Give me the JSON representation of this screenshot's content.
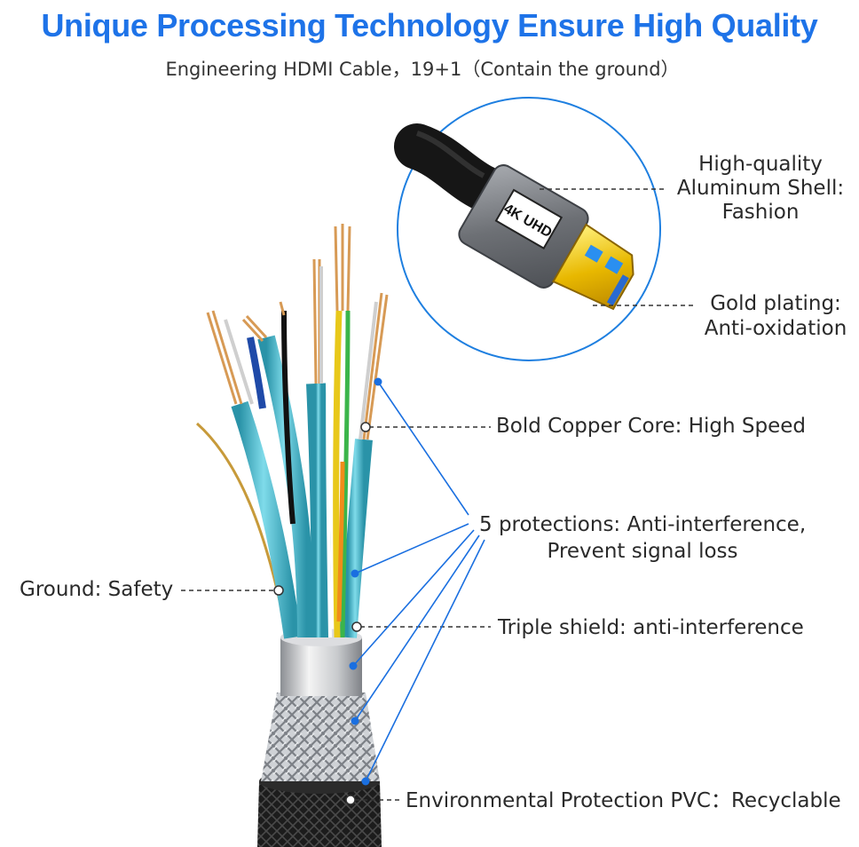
{
  "header": {
    "title": "Unique Processing Technology Ensure High Quality",
    "subtitle": "Engineering HDMI Cable，19+1（Contain the ground）"
  },
  "connector": {
    "badge_text": "4K UHD"
  },
  "callouts": {
    "shell": [
      "High-quality",
      "Aluminum Shell:",
      "Fashion"
    ],
    "gold": [
      "Gold plating:",
      "Anti-oxidation"
    ],
    "copper": "Bold Copper Core: High Speed",
    "protections": [
      "5 protections: Anti-interference,",
      "Prevent signal loss"
    ],
    "ground": "Ground: Safety",
    "triple": "Triple shield: anti-interference",
    "pvc": "Environmental Protection PVC：Recyclable"
  },
  "colors": {
    "title": "#1e73e8",
    "pointer": "#1a6fe0",
    "wire_blue": "#3fb6c9",
    "gold": "#e8b800",
    "aluminum": "#8c8f94"
  }
}
